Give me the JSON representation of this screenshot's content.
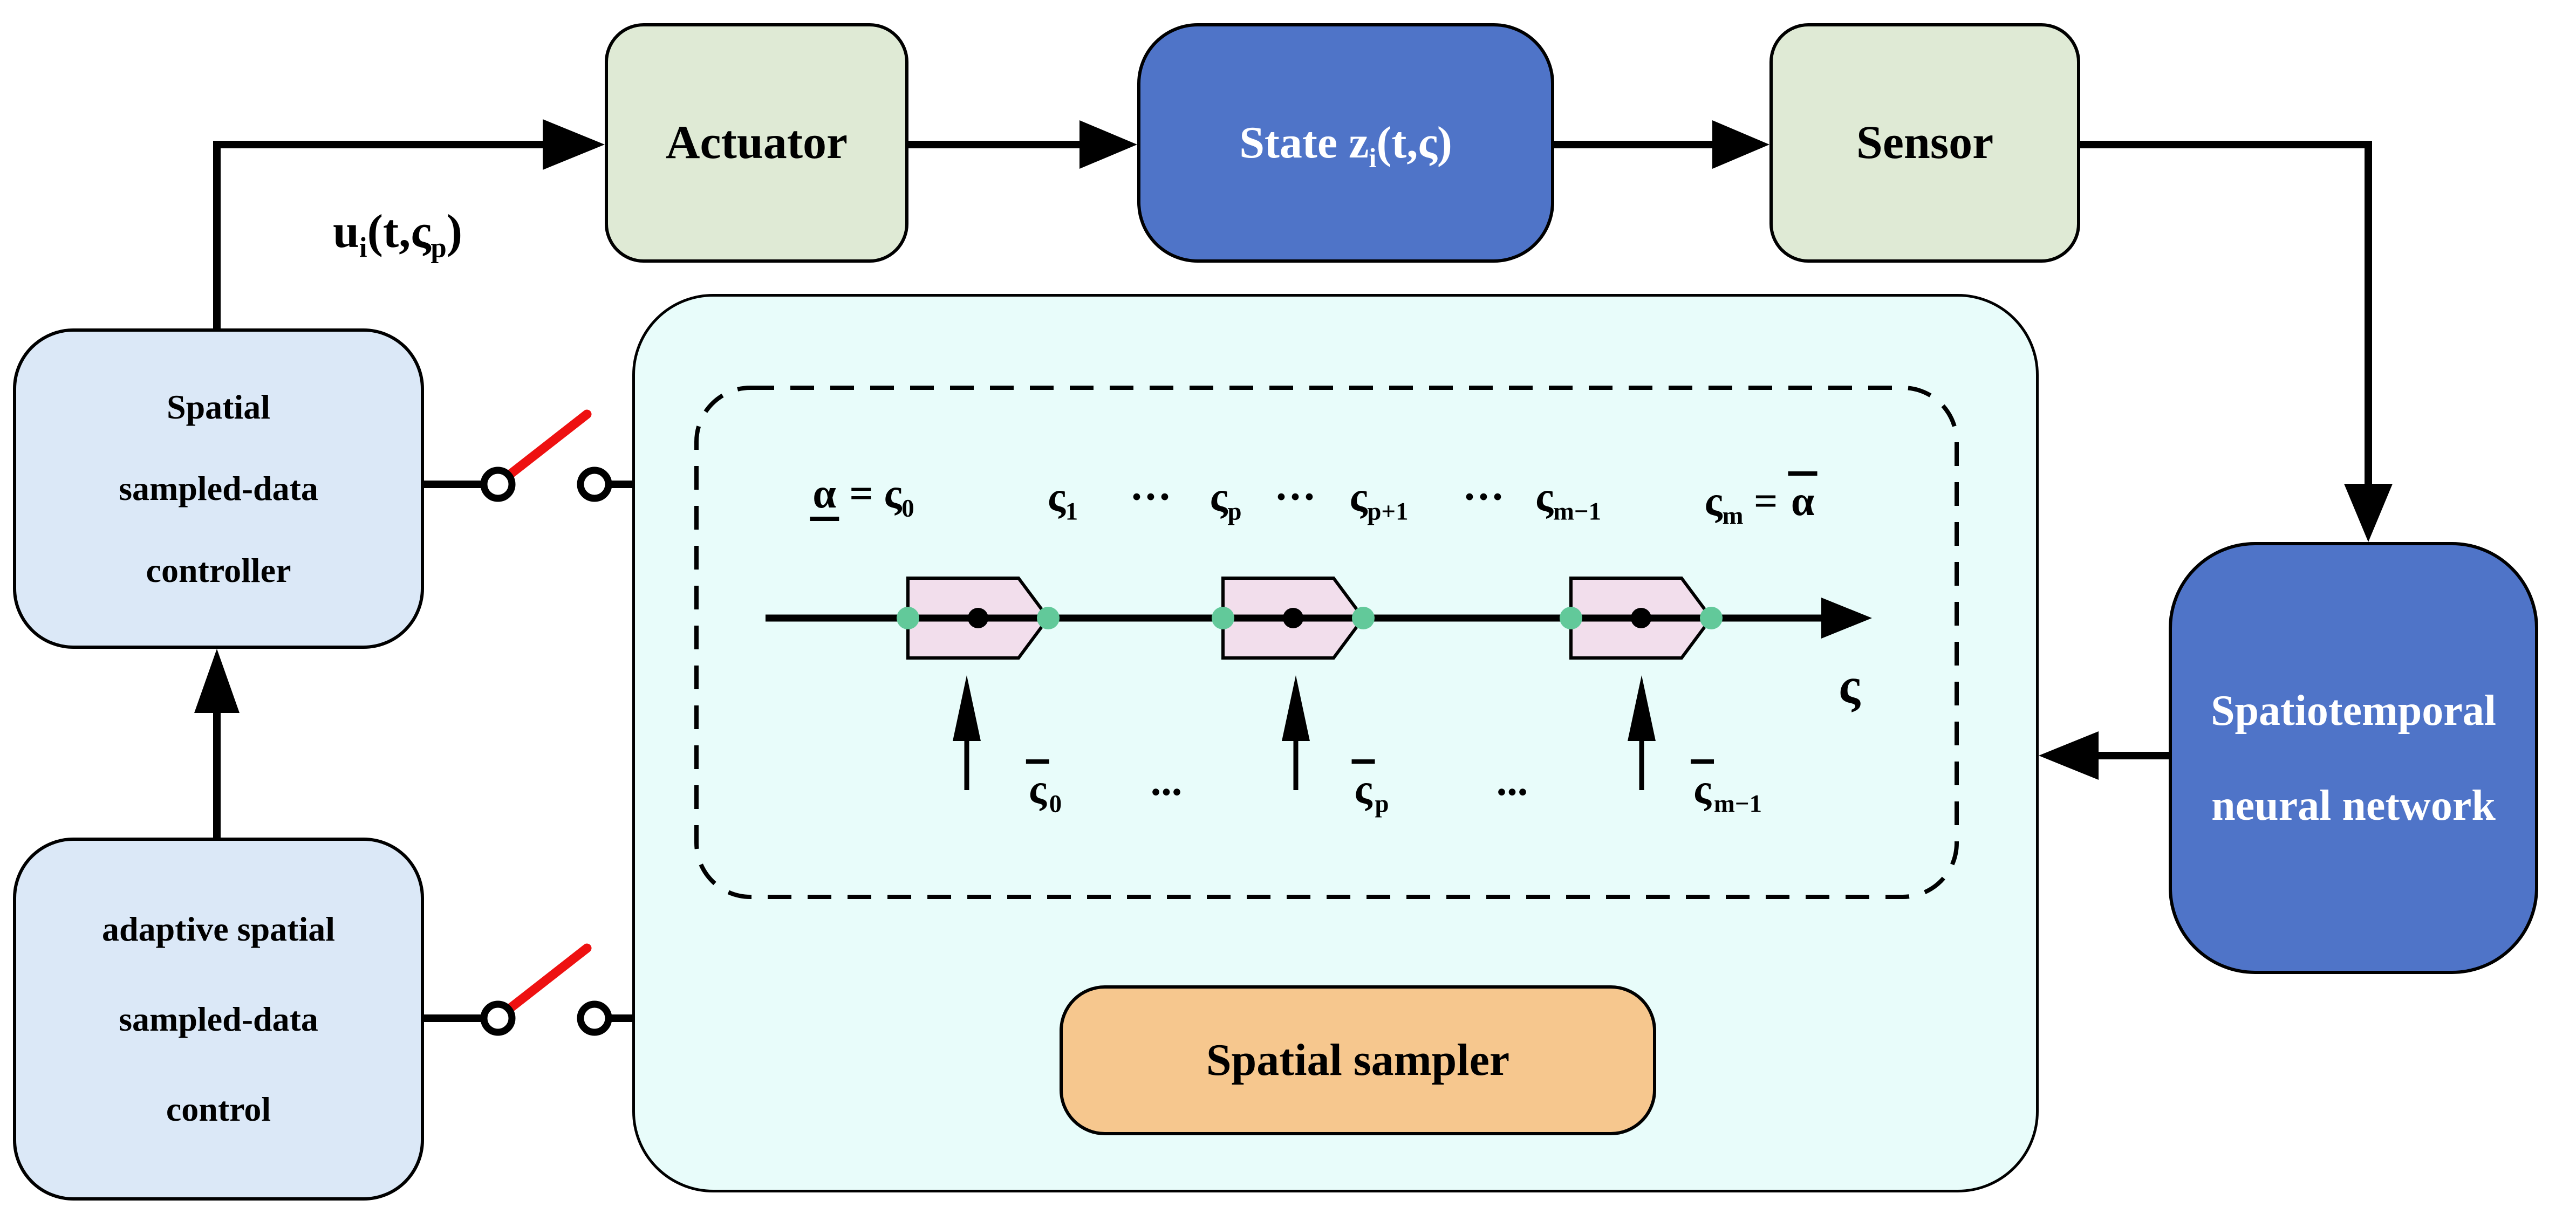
{
  "colors": {
    "box_green": "#dfead5",
    "box_blue": "#4f74c8",
    "box_lightblue": "#dbe8f7",
    "panel_cyan": "#e8fcfa",
    "box_orange": "#f6c78e",
    "pentagon_pink": "#f2deec",
    "dot_green": "#62c99a",
    "switch_red": "#ee1111",
    "line_black": "#000000",
    "text_white": "#ffffff"
  },
  "boxes": {
    "actuator": {
      "label": "Actuator"
    },
    "state": {
      "prefix": "State z",
      "sub": "i",
      "suffix": "(t,ς)"
    },
    "sensor": {
      "label": "Sensor"
    },
    "nn": {
      "line1": "Spatiotemporal",
      "line2": "neural network"
    },
    "controller": {
      "line1": "Spatial",
      "line2": "sampled-data",
      "line3": "controller"
    },
    "adaptive": {
      "line1": "adaptive spatial",
      "line2": "sampled-data",
      "line3": "control"
    },
    "sampler": {
      "label": "Spatial sampler"
    }
  },
  "signals": {
    "control": {
      "base": "u",
      "sub": "i",
      "mid": "(t,ς",
      "sub2": "p",
      "end": ")"
    }
  },
  "axis": {
    "label": "ς",
    "top": [
      {
        "under": "α",
        "eq": " = ",
        "base": "ς",
        "sub": "0"
      },
      {
        "base": "ς",
        "sub": "1"
      },
      {
        "dots": "···"
      },
      {
        "base": "ς",
        "sub": "p"
      },
      {
        "dots": "···"
      },
      {
        "base": "ς",
        "sub": "p+1"
      },
      {
        "dots": "···"
      },
      {
        "base": "ς",
        "sub": "m−1"
      },
      {
        "base": "ς",
        "sub": "m",
        "eq": " = ",
        "over": "α"
      }
    ],
    "bottom": [
      {
        "bar": "ς",
        "sub": "0"
      },
      {
        "dots": "..."
      },
      {
        "bar": "ς",
        "sub": "p"
      },
      {
        "dots": "..."
      },
      {
        "bar": "ς",
        "sub": "m−1"
      }
    ]
  }
}
